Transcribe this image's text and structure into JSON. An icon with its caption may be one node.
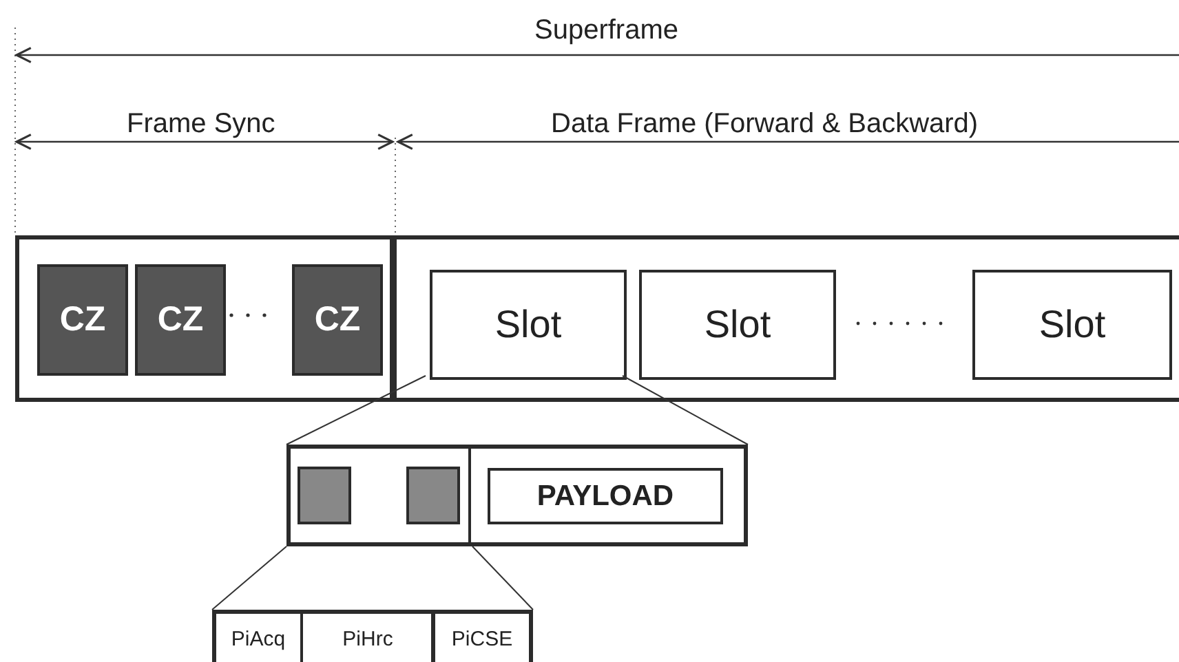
{
  "diagram": {
    "nodes": [
      {
        "text": [],
        "shape": "box"
      },
      {
        "text": [
          "CZ"
        ],
        "in": 0
      },
      {
        "text": [
          "CZ"
        ],
        "in": 0
      },
      {
        "text": [
          "CZ"
        ],
        "in": 0
      },
      {
        "text": [],
        "shape": "box"
      },
      {
        "text": [
          "Slot"
        ],
        "in": 4
      },
      {
        "text": [
          "Slot"
        ],
        "in": 4
      },
      {
        "text": [
          "Slot"
        ],
        "in": 4
      },
      {
        "text": [],
        "shape": "box"
      },
      {
        "text": [],
        "shape": "box",
        "in": 8
      },
      {
        "text": [],
        "shape": "box",
        "in": 8
      },
      {
        "text": [],
        "shape": "box"
      },
      {
        "text": [
          "PAYLOAD"
        ],
        "in": 11
      },
      {
        "text": [
          "PiAcq"
        ]
      },
      {
        "text": [
          "PiHrc"
        ]
      },
      {
        "text": [
          "PiCSE"
        ]
      }
    ],
    "edges": [
      {
        "from": 5,
        "to": 8,
        "arrow": "none"
      },
      {
        "from": 5,
        "to": 11,
        "arrow": "none"
      },
      {
        "from": 8,
        "to": 13,
        "arrow": "none"
      },
      {
        "from": 8,
        "to": 15,
        "arrow": "none"
      }
    ],
    "labels": [
      "Superframe",
      "Frame Sync",
      "Data Frame (Forward & Backward)"
    ]
  }
}
